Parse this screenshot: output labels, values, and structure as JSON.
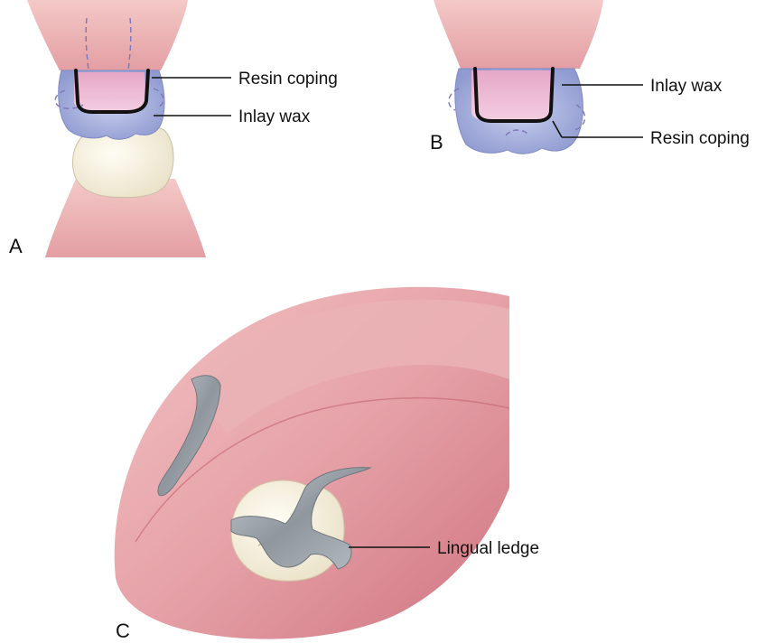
{
  "panels": {
    "a": {
      "letter": "A",
      "labels": {
        "resin_coping": "Resin coping",
        "inlay_wax": "Inlay wax"
      }
    },
    "b": {
      "letter": "B",
      "labels": {
        "inlay_wax": "Inlay wax",
        "resin_coping": "Resin coping"
      }
    },
    "c": {
      "letter": "C",
      "labels": {
        "lingual_ledge": "Lingual ledge"
      }
    }
  },
  "colors": {
    "gingiva": "#e7a9ac",
    "gingiva_dark": "#c86d78",
    "tooth": "#f6f0df",
    "inlay_wax": "#a9b3dc",
    "resin_coping": "#e9b3cc",
    "metal": "#9aa1a8",
    "line": "#111111",
    "outline_dash": "#7e74b8"
  }
}
